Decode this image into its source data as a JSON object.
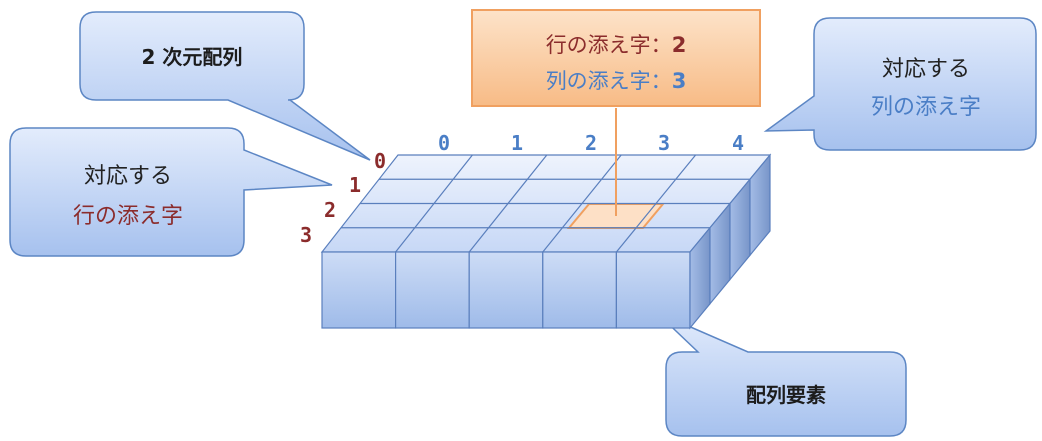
{
  "callouts": {
    "array_title": "2 次元配列",
    "row_caption_top": "対応する",
    "row_caption_bottom": "行の添え字",
    "col_caption_top": "対応する",
    "col_caption_bottom": "列の添え字",
    "element_caption": "配列要素"
  },
  "index_box": {
    "row_text": "行の添え字：",
    "row_value": "2",
    "col_text": "列の添え字：",
    "col_value": "3"
  },
  "grid": {
    "column_indices": [
      "0",
      "1",
      "2",
      "3",
      "4"
    ],
    "row_indices": [
      "0",
      "1",
      "2",
      "3"
    ],
    "highlighted_cell": {
      "row": 2,
      "column": 3
    }
  },
  "colors": {
    "row_color": "#8b2c2c",
    "col_color": "#4a7ec6",
    "highlight": "#f0a060",
    "callout_fill_top": "#d9e6fb",
    "callout_fill_bottom": "#a9c4ef",
    "callout_stroke": "#5c86c4"
  }
}
